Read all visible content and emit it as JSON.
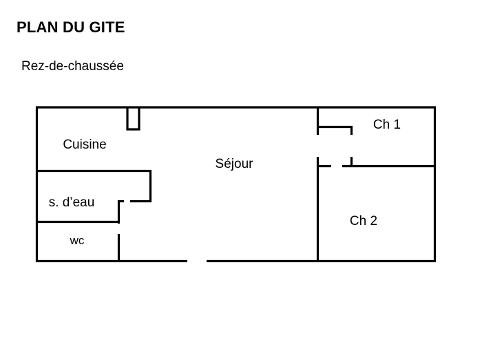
{
  "document": {
    "title": "PLAN DU GITE",
    "subtitle": "Rez-de-chaussée"
  },
  "colors": {
    "background": "#ffffff",
    "wall": "#000000",
    "text": "#000000"
  },
  "floorplan": {
    "name": "rez-de-chaussee",
    "rooms": [
      {
        "id": "cuisine",
        "label": "Cuisine"
      },
      {
        "id": "s-deau",
        "label": "s. d’eau"
      },
      {
        "id": "wc",
        "label": "wc"
      },
      {
        "id": "sejour",
        "label": "Séjour"
      },
      {
        "id": "ch1",
        "label": "Ch 1"
      },
      {
        "id": "ch2",
        "label": "Ch 2"
      }
    ]
  }
}
